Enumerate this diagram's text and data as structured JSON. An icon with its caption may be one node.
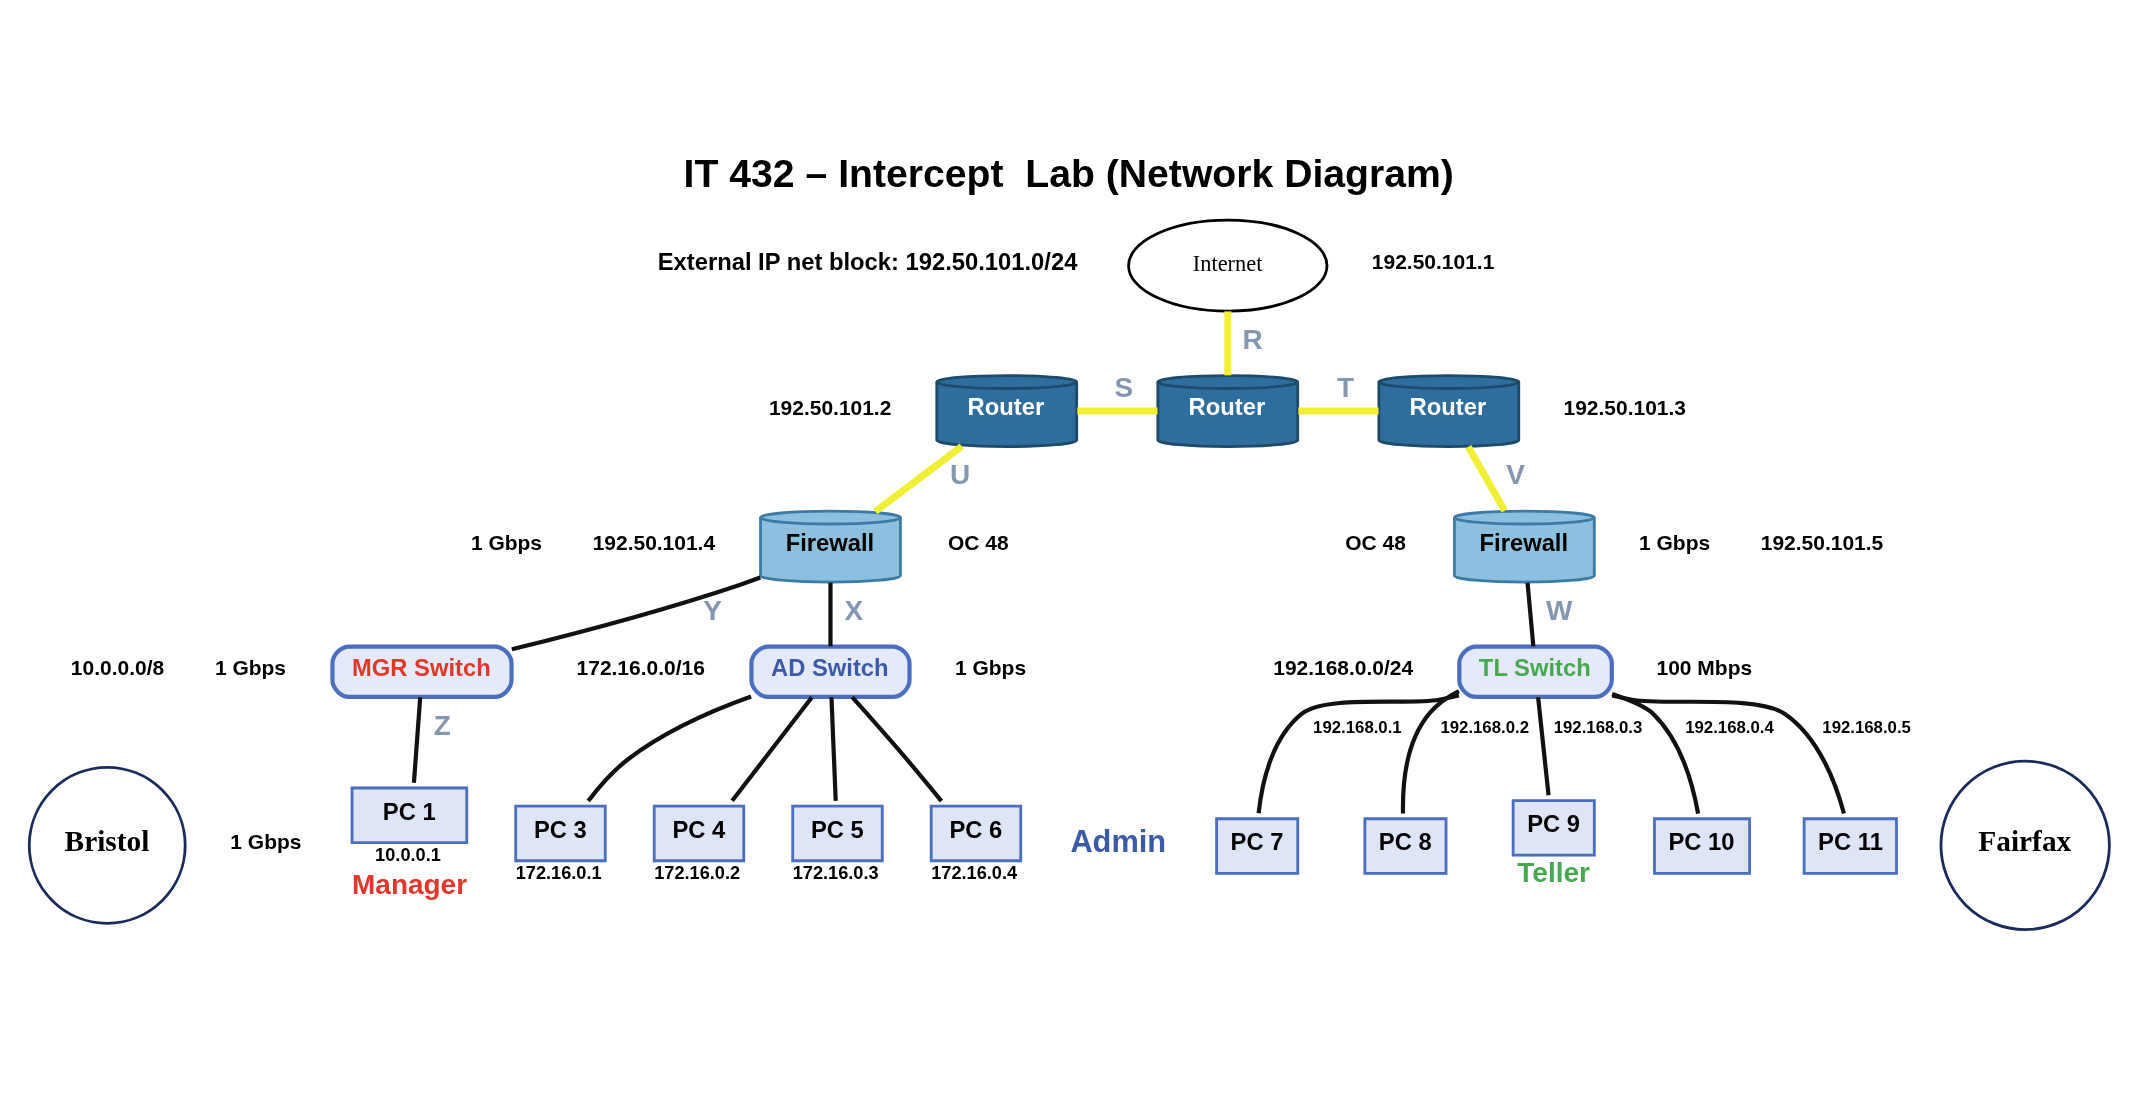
{
  "diagram": {
    "title": "IT 432 – Intercept  Lab (Network Diagram)",
    "nodes": [
      {
        "text": [
          "Internet"
        ]
      },
      {
        "text": [
          "Router"
        ]
      },
      {
        "text": [
          "Router"
        ]
      },
      {
        "text": [
          "Router"
        ]
      },
      {
        "text": [
          "Firewall"
        ]
      },
      {
        "text": [
          "Firewall"
        ]
      },
      {
        "text": [
          "MGR Switch"
        ]
      },
      {
        "text": [
          "AD Switch"
        ]
      },
      {
        "text": [
          "TL Switch"
        ]
      },
      {
        "text": [
          "Bristol"
        ]
      },
      {
        "text": [
          "PC 1"
        ],
        "beside": [
          "10.0.0.1",
          "Manager"
        ]
      },
      {
        "text": [
          "PC 3"
        ],
        "beside": [
          "172.16.0.1"
        ]
      },
      {
        "text": [
          "PC 4"
        ],
        "beside": [
          "172.16.0.2"
        ]
      },
      {
        "text": [
          "PC 5"
        ],
        "beside": [
          "172.16.0.3"
        ]
      },
      {
        "text": [
          "PC 6"
        ],
        "beside": [
          "172.16.0.4"
        ]
      },
      {
        "text": [
          "PC 7"
        ]
      },
      {
        "text": [
          "PC 8"
        ]
      },
      {
        "text": [
          "PC 9"
        ],
        "beside": [
          "Teller"
        ]
      },
      {
        "text": [
          "PC 10"
        ]
      },
      {
        "text": [
          "PC 11"
        ]
      },
      {
        "text": [
          "Fairfax"
        ]
      }
    ],
    "edges": [
      {
        "from": 0,
        "to": 2,
        "arrow": "none",
        "label": "R",
        "color": "#f2ee35"
      },
      {
        "from": 1,
        "to": 2,
        "arrow": "none",
        "label": "S",
        "color": "#f2ee35"
      },
      {
        "from": 2,
        "to": 3,
        "arrow": "none",
        "label": "T",
        "color": "#f2ee35"
      },
      {
        "from": 1,
        "to": 4,
        "arrow": "none",
        "label": "U",
        "color": "#f2ee35"
      },
      {
        "from": 3,
        "to": 5,
        "arrow": "none",
        "label": "V",
        "color": "#f2ee35"
      },
      {
        "from": 4,
        "to": 6,
        "arrow": "none",
        "label": "Y"
      },
      {
        "from": 4,
        "to": 7,
        "arrow": "none",
        "label": "X"
      },
      {
        "from": 5,
        "to": 8,
        "arrow": "none",
        "label": "W"
      },
      {
        "from": 6,
        "to": 10,
        "arrow": "none",
        "label": "Z"
      },
      {
        "from": 7,
        "to": 11,
        "arrow": "none"
      },
      {
        "from": 7,
        "to": 12,
        "arrow": "none"
      },
      {
        "from": 7,
        "to": 13,
        "arrow": "none"
      },
      {
        "from": 7,
        "to": 14,
        "arrow": "none"
      },
      {
        "from": 8,
        "to": 15,
        "arrow": "none",
        "label": "192.168.0.1"
      },
      {
        "from": 8,
        "to": 16,
        "arrow": "none",
        "label": "192.168.0.2"
      },
      {
        "from": 8,
        "to": 17,
        "arrow": "none",
        "label": "192.168.0.3"
      },
      {
        "from": 8,
        "to": 18,
        "arrow": "none",
        "label": "192.168.0.4"
      },
      {
        "from": 8,
        "to": 19,
        "arrow": "none",
        "label": "192.168.0.5"
      }
    ],
    "labels": [
      "External IP net block: 192.50.101.0/24",
      "192.50.101.1",
      "192.50.101.2",
      "192.50.101.3",
      "1 Gbps",
      "192.50.101.4",
      "OC 48",
      "OC 48",
      "1 Gbps",
      "192.50.101.5",
      "10.0.0.0/8",
      "1 Gbps",
      "172.16.0.0/16",
      "1 Gbps",
      "192.168.0.0/24",
      "100 Mbps",
      "1 Gbps",
      "Admin"
    ]
  }
}
